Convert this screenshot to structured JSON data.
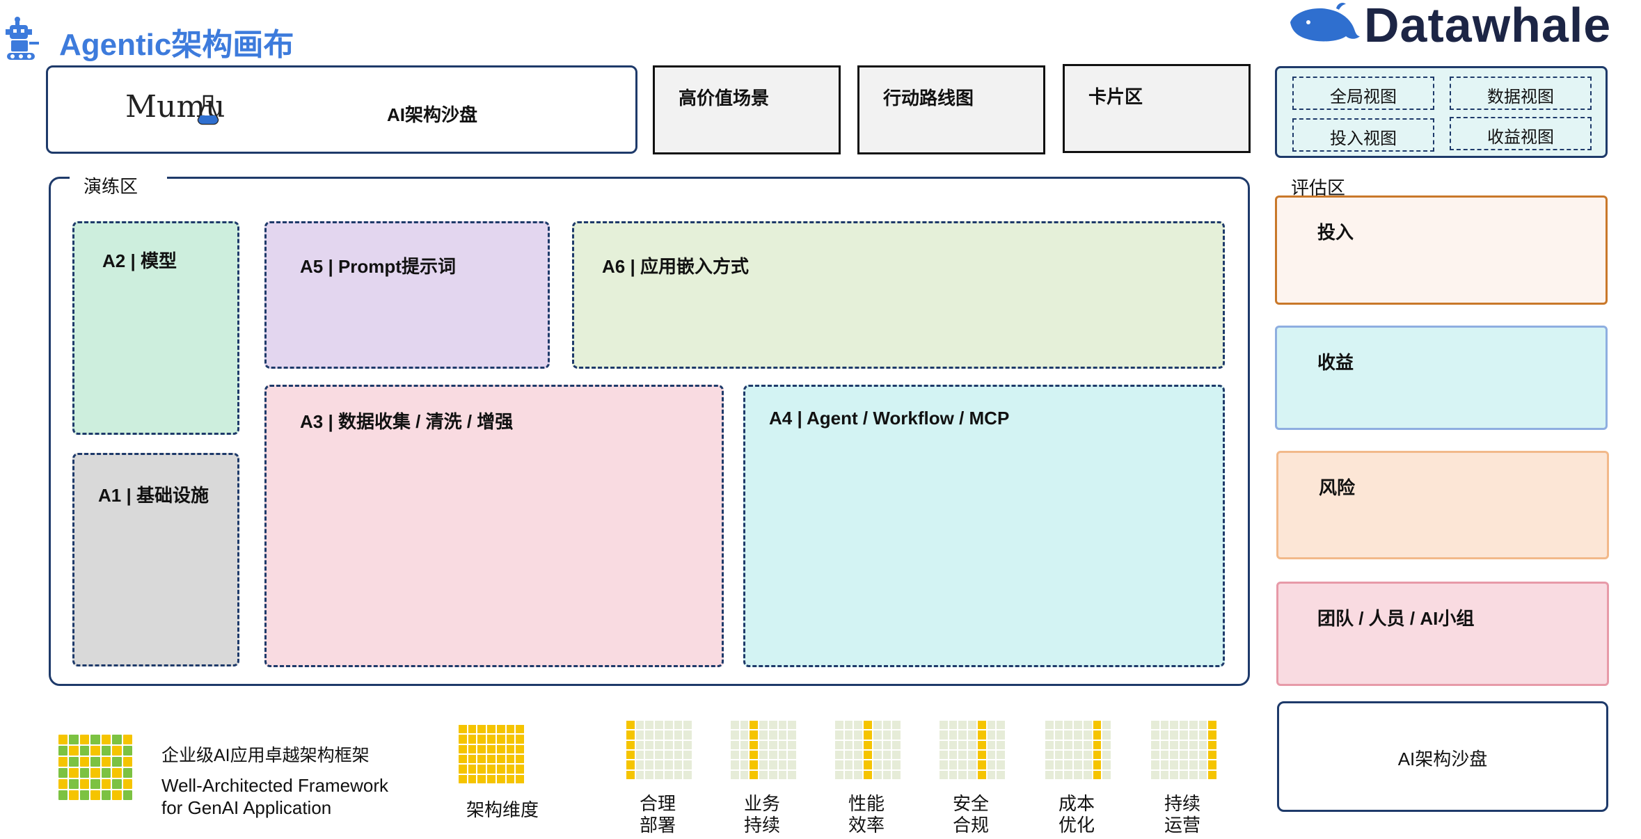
{
  "header": {
    "title": "Agentic架构画布",
    "brand": "Datawhale"
  },
  "top_row": {
    "mumu_logo": "Mumu",
    "sandbox_label": "AI架构沙盘",
    "scene_label": "高价值场景",
    "roadmap_label": "行动路线图",
    "card_label": "卡片区"
  },
  "views": {
    "global": "全局视图",
    "data": "数据视图",
    "input": "投入视图",
    "gain": "收益视图"
  },
  "practice": {
    "label": "演练区",
    "a2": "A2 | 模型",
    "a1": "A1 | 基础设施",
    "a5": "A5 | Prompt提示词",
    "a6": "A6 | 应用嵌入方式",
    "a3": "A3 | 数据收集 / 清洗 / 增强",
    "a4": "A4 | Agent / Workflow / MCP"
  },
  "evaluation": {
    "label": "评估区",
    "input": "投入",
    "gain": "收益",
    "risk": "风险",
    "team": "团队 / 人员 / AI小组"
  },
  "sandbox_bottom": "AI架构沙盘",
  "footer": {
    "framework_cn": "企业级AI应用卓越架构框架",
    "framework_en_line1": "Well-Architected Framework",
    "framework_en_line2": "for GenAI Application",
    "dimension_label": "架构维度",
    "pillars": [
      {
        "line1": "合理",
        "line2": "部署"
      },
      {
        "line1": "业务",
        "line2": "持续"
      },
      {
        "line1": "性能",
        "line2": "效率"
      },
      {
        "line1": "安全",
        "line2": "合规"
      },
      {
        "line1": "成本",
        "line2": "优化"
      },
      {
        "line1": "持续",
        "line2": "运营"
      }
    ]
  },
  "colors": {
    "title_blue": "#3d7bdc",
    "navy": "#1e3a6a",
    "icon_yellow": "#f5c400",
    "icon_green": "#7cc242",
    "icon_light": "#e6ecd8"
  }
}
